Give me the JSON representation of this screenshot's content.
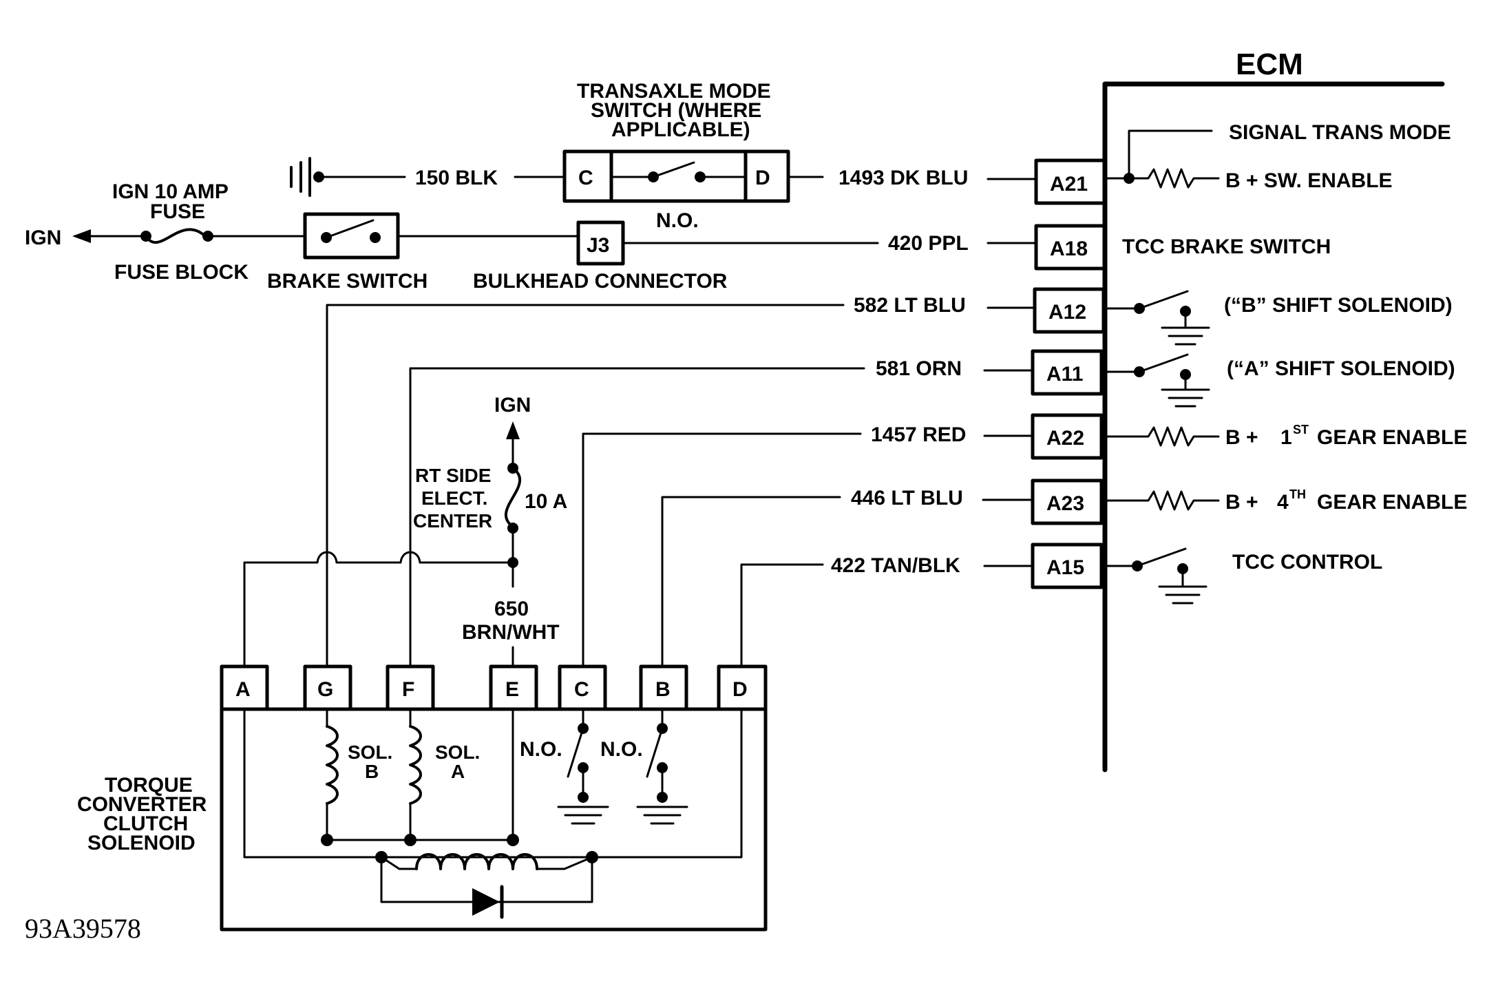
{
  "ecm": {
    "title": "ECM"
  },
  "top_left": {
    "ign_label": "IGN",
    "fuse_label_1": "IGN 10 AMP",
    "fuse_label_2": "FUSE",
    "fuse_block": "FUSE BLOCK",
    "brake_switch": "BRAKE SWITCH",
    "bulkhead": "BULKHEAD CONNECTOR",
    "j3": "J3"
  },
  "mode_switch": {
    "title_1": "TRANSAXLE MODE",
    "title_2": "SWITCH (WHERE",
    "title_3": "APPLICABLE)",
    "pin_c": "C",
    "pin_d": "D",
    "no": "N.O."
  },
  "wires": {
    "w150": "150 BLK",
    "w1493": "1493 DK BLU",
    "w420": "420 PPL",
    "w582": "582 LT BLU",
    "w581": "581 ORN",
    "w1457": "1457 RED",
    "w446": "446 LT BLU",
    "w422": "422 TAN/BLK",
    "w650_1": "650",
    "w650_2": "BRN/WHT"
  },
  "pins": {
    "a21": "A21",
    "a18": "A18",
    "a12": "A12",
    "a11": "A11",
    "a22": "A22",
    "a23": "A23",
    "a15": "A15"
  },
  "ecm_labels": {
    "signal_trans_mode": "SIGNAL TRANS MODE",
    "b_sw_enable": "B + SW. ENABLE",
    "tcc_brake_switch": "TCC BRAKE SWITCH",
    "b_shift": "(“B” SHIFT SOLENOID)",
    "a_shift": "(“A” SHIFT SOLENOID)",
    "b_plus": "B +",
    "first_num": "1",
    "first_sup": "ST",
    "gear_enable": "GEAR ENABLE",
    "fourth_num": "4",
    "fourth_sup": "TH",
    "tcc_control": "TCC CONTROL"
  },
  "rt_side": {
    "ign": "IGN",
    "line1": "RT SIDE",
    "line2": "ELECT.",
    "line3": "CENTER",
    "amps": "10 A"
  },
  "solenoid": {
    "pins": [
      "A",
      "G",
      "F",
      "E",
      "C",
      "B",
      "D"
    ],
    "sol_b_1": "SOL.",
    "sol_b_2": "B",
    "sol_a_1": "SOL.",
    "sol_a_2": "A",
    "no_1": "N.O.",
    "no_2": "N.O.",
    "title_1": "TORQUE",
    "title_2": "CONVERTER",
    "title_3": "CLUTCH",
    "title_4": "SOLENOID"
  },
  "figure_id": "93A39578"
}
